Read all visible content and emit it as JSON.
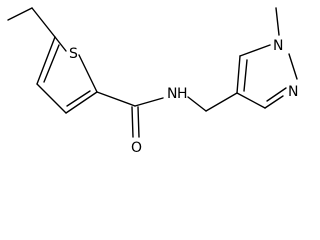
{
  "molecule": {
    "atom_labels": {
      "sulfur": "S",
      "amide_nitrogen": "N",
      "amide_hydrogen": "H",
      "carbonyl_oxygen": "O",
      "pyrazole_n1": "N",
      "pyrazole_n2": "N"
    }
  },
  "colors": {
    "bond": "#000000",
    "background": "#ffffff"
  }
}
